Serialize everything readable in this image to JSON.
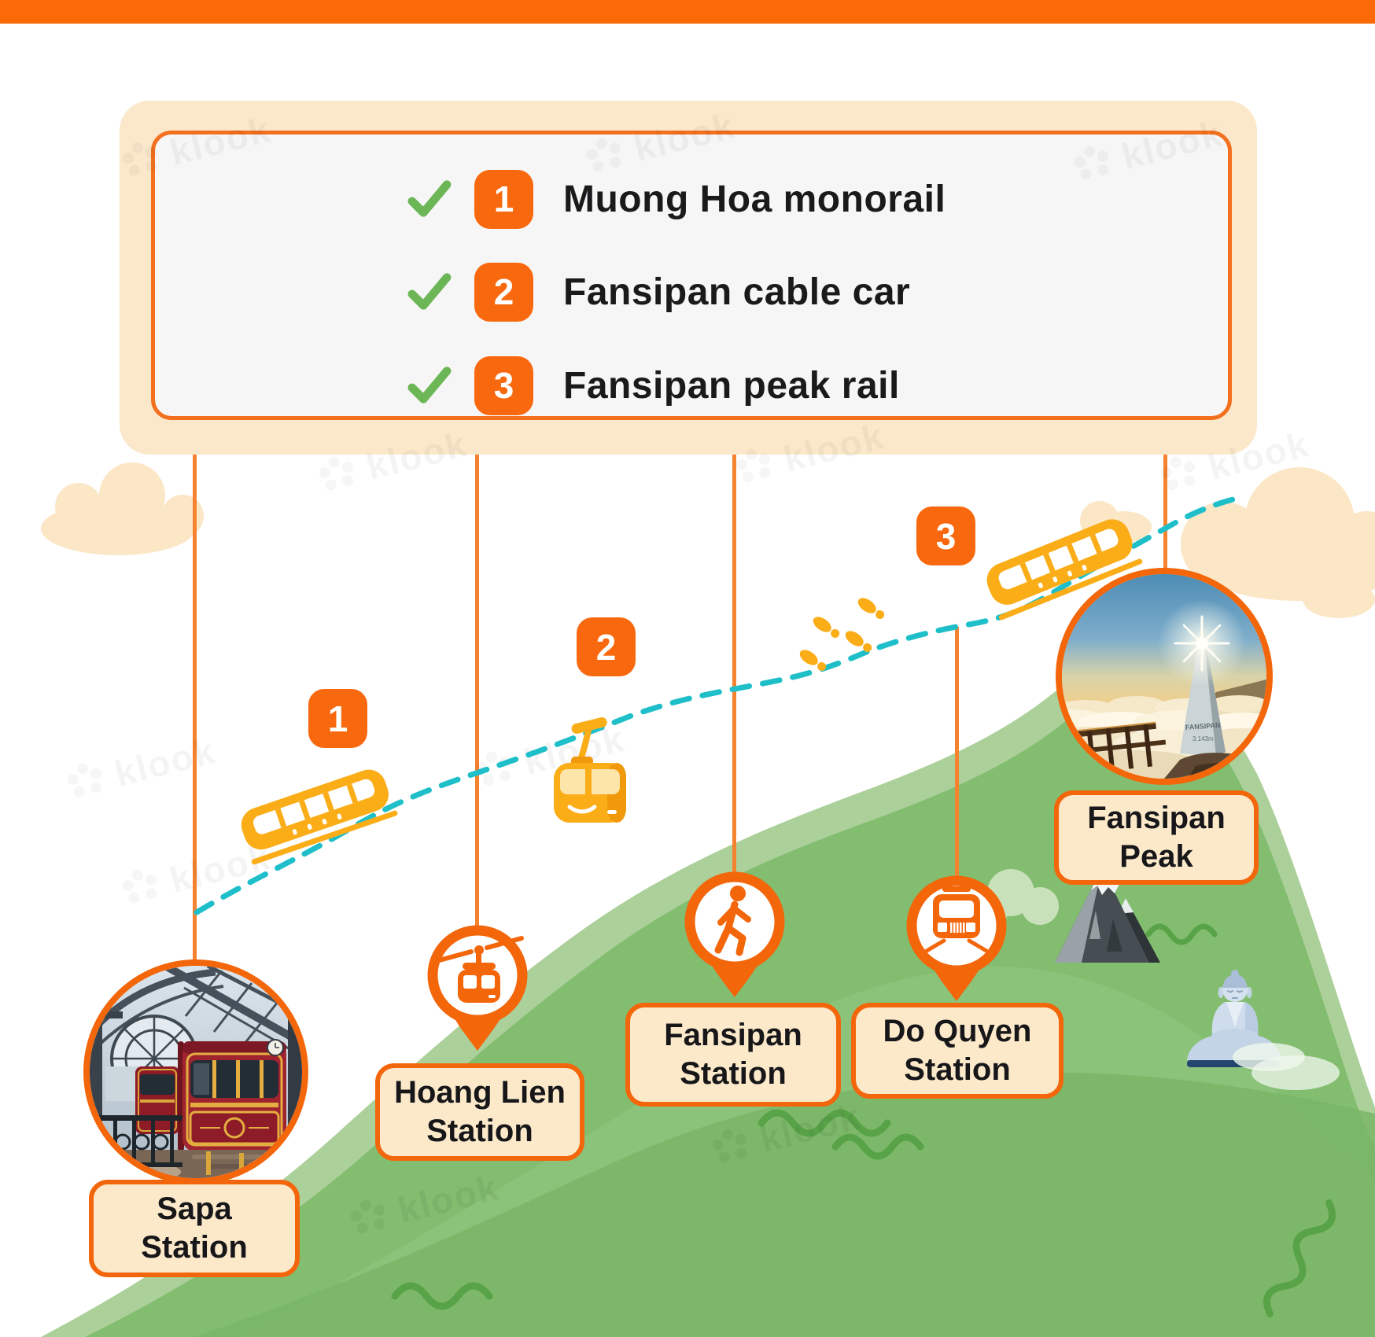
{
  "brand": {
    "watermark_text": "klook"
  },
  "colors": {
    "top_bar": "#FB6A06",
    "accent_orange": "#F3660A",
    "badge_orange": "#F8690F",
    "connector_orange": "#F5822E",
    "cream_panel": "#FBE8CB",
    "label_fill": "#FCE9CA",
    "inner_panel": "#F6F6F6",
    "check_green": "#6CB656",
    "route_teal": "#1FBFC9",
    "vehicle_yellow": "#FBAD18",
    "mountain_green": "#83BD70",
    "mountain_light": "#ACD09A",
    "text_dark": "#1A1A1C"
  },
  "legend": {
    "items": [
      {
        "num": "1",
        "label": "Muong Hoa monorail"
      },
      {
        "num": "2",
        "label": "Fansipan cable car"
      },
      {
        "num": "3",
        "label": "Fansipan peak rail"
      }
    ]
  },
  "route_markers": [
    "1",
    "2",
    "3"
  ],
  "stations": {
    "sapa": {
      "line1": "Sapa",
      "line2": "Station"
    },
    "hoang_lien": {
      "line1": "Hoang Lien",
      "line2": "Station"
    },
    "fansipan_station": {
      "line1": "Fansipan",
      "line2": "Station"
    },
    "do_quyen": {
      "line1": "Do Quyen",
      "line2": "Station"
    },
    "fansipan_peak": {
      "line1": "Fansipan",
      "line2": "Peak"
    }
  },
  "peak_monument": {
    "text1": "FANSIPAN",
    "text2": "3.143m"
  }
}
